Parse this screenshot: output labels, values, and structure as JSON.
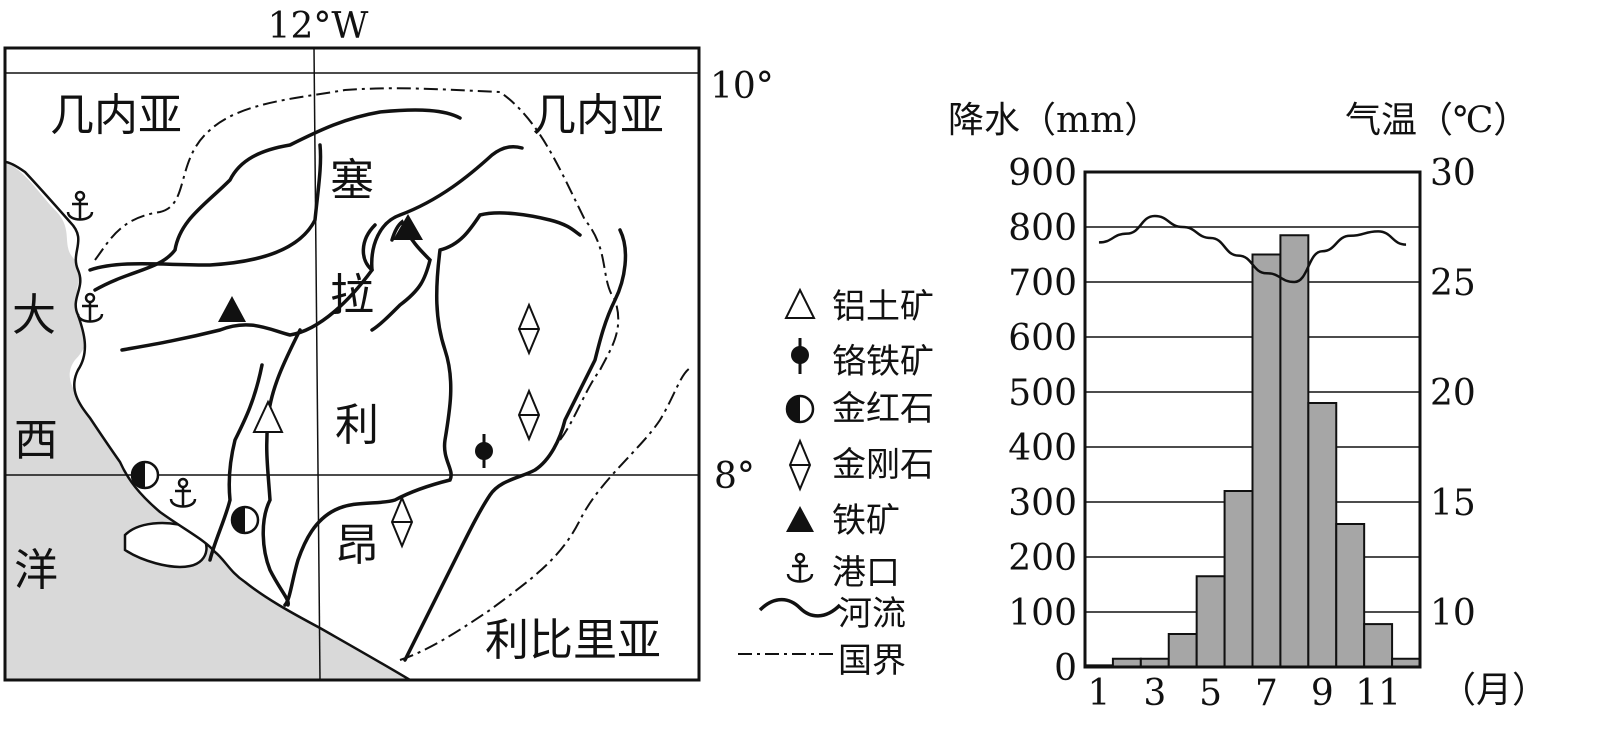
{
  "map": {
    "longitude_label": "12°W",
    "latitude_labels": {
      "north": "10°",
      "south": "8°"
    },
    "neighbor_west": "几内亚",
    "neighbor_east": "几内亚",
    "neighbor_south": "利比里亚",
    "country_chars": [
      "塞",
      "拉",
      "利",
      "昂"
    ],
    "ocean_chars": [
      "大",
      "西",
      "洋"
    ]
  },
  "legend": {
    "items": [
      {
        "symbol": "bauxite",
        "label": "铝土矿"
      },
      {
        "symbol": "chromite",
        "label": "铬铁矿"
      },
      {
        "symbol": "rutile",
        "label": "金红石"
      },
      {
        "symbol": "diamond",
        "label": "金刚石"
      },
      {
        "symbol": "iron",
        "label": "铁矿"
      },
      {
        "symbol": "port",
        "label": "港口"
      },
      {
        "symbol": "river",
        "label": "河流"
      },
      {
        "symbol": "border",
        "label": "国界"
      }
    ]
  },
  "chart_data": {
    "type": "bar",
    "ylabel": "降水（mm）",
    "y2label": "气温（℃）",
    "xlabel": "（月）",
    "categories": [
      1,
      2,
      3,
      4,
      5,
      6,
      7,
      8,
      9,
      10,
      11,
      12
    ],
    "x_tick_labels": [
      "1",
      "3",
      "5",
      "7",
      "9",
      "11"
    ],
    "ylim": [
      0,
      900
    ],
    "y_ticks": [
      0,
      100,
      200,
      300,
      400,
      500,
      600,
      700,
      800,
      900
    ],
    "y2lim": [
      7.5,
      30
    ],
    "y2_ticks": [
      10,
      15,
      20,
      25,
      30
    ],
    "grid": true,
    "series": [
      {
        "kind": "bar",
        "axis": "left",
        "values": [
          3,
          15,
          15,
          60,
          165,
          320,
          750,
          785,
          480,
          260,
          78,
          15
        ]
      },
      {
        "kind": "line",
        "axis": "right",
        "values": [
          26.8,
          27.2,
          28.0,
          27.5,
          27.0,
          26.2,
          25.4,
          25.0,
          26.4,
          27.1,
          27.3,
          26.7
        ]
      }
    ]
  }
}
